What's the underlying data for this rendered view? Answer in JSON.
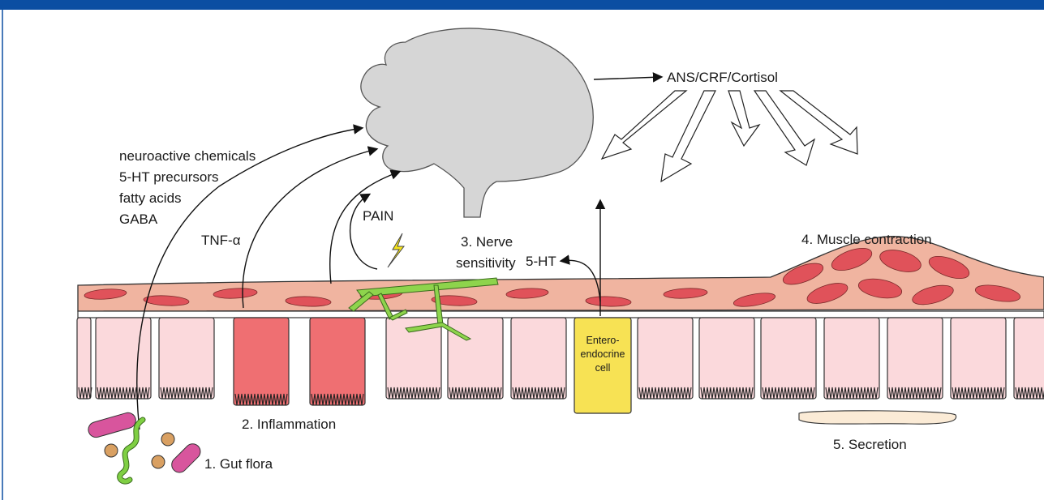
{
  "colors": {
    "header": "#0b4ea2",
    "brain": "#d6d6d6",
    "muscle_band": "#f0b4a0",
    "muscle_cell": "#e0525a",
    "epithelium": "#fbd9dc",
    "inflamed_cell": "#ef6f72",
    "enteroendocrine": "#f7e254",
    "nerve": "#8ed44c",
    "lightning": "#f5e31c",
    "secretion": "#fbebd6",
    "bacteria_rod": "#d8559d",
    "bacteria_cocci": "#d9a062",
    "bacteria_spiral": "#7fcf43"
  },
  "labels": {
    "ans": "ANS/CRF/Cortisol",
    "neuroactive": "neuroactive chemicals",
    "precursors": "5-HT precursors",
    "fatty": "fatty acids",
    "gaba": "GABA",
    "tnf": "TNF-α",
    "pain": "PAIN",
    "nerve_1": "3. Nerve",
    "nerve_2": "sensitivity",
    "serotonin": "5-HT",
    "muscle": "4. Muscle contraction",
    "entero_1": "Entero-",
    "entero_2": "endocrine",
    "entero_3": "cell",
    "inflammation": "2. Inflammation",
    "secretion": "5. Secretion",
    "gut_flora": "1. Gut flora"
  },
  "icons": [
    "brain-icon",
    "lightning-icon",
    "bacteria-icon"
  ]
}
